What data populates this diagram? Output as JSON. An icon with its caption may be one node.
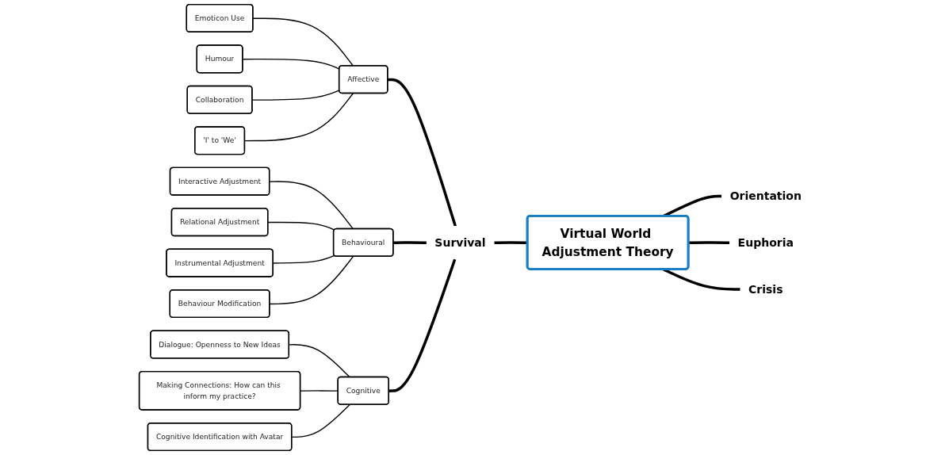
{
  "diagram": {
    "nodes": [
      {
        "text": [
          "Virtual World Adjustment Theory"
        ]
      },
      {
        "text": [
          "Orientation"
        ]
      },
      {
        "text": [
          "Euphoria"
        ]
      },
      {
        "text": [
          "Crisis"
        ]
      },
      {
        "text": [
          "Survival"
        ]
      },
      {
        "text": [
          "Affective"
        ]
      },
      {
        "text": [
          "Emoticon Use"
        ]
      },
      {
        "text": [
          "Humour"
        ]
      },
      {
        "text": [
          "Collaboration"
        ]
      },
      {
        "text": [
          "'I' to 'We'"
        ]
      },
      {
        "text": [
          "Behavioural"
        ]
      },
      {
        "text": [
          "Interactive Adjustment"
        ]
      },
      {
        "text": [
          "Relational Adjustment"
        ]
      },
      {
        "text": [
          "Instrumental Adjustment"
        ]
      },
      {
        "text": [
          "Behaviour Modification"
        ]
      },
      {
        "text": [
          "Cognitive"
        ]
      },
      {
        "text": [
          "Dialogue: Openness to New Ideas"
        ]
      },
      {
        "text": [
          "Making Connections: How can this inform my practice?"
        ]
      },
      {
        "text": [
          "Cognitive Identification with Avatar"
        ]
      }
    ],
    "edges": [
      {
        "from": 0,
        "to": 1,
        "arrow": "none",
        "style": "thick"
      },
      {
        "from": 0,
        "to": 2,
        "arrow": "none",
        "style": "thick"
      },
      {
        "from": 0,
        "to": 3,
        "arrow": "none",
        "style": "thick"
      },
      {
        "from": 0,
        "to": 4,
        "arrow": "none",
        "style": "thick"
      },
      {
        "from": 4,
        "to": 5,
        "arrow": "none",
        "style": "thick"
      },
      {
        "from": 4,
        "to": 10,
        "arrow": "none",
        "style": "thick"
      },
      {
        "from": 4,
        "to": 15,
        "arrow": "none",
        "style": "thick"
      },
      {
        "from": 5,
        "to": 6,
        "arrow": "none"
      },
      {
        "from": 5,
        "to": 7,
        "arrow": "none"
      },
      {
        "from": 5,
        "to": 8,
        "arrow": "none"
      },
      {
        "from": 5,
        "to": 9,
        "arrow": "none"
      },
      {
        "from": 10,
        "to": 11,
        "arrow": "none"
      },
      {
        "from": 10,
        "to": 12,
        "arrow": "none"
      },
      {
        "from": 10,
        "to": 13,
        "arrow": "none"
      },
      {
        "from": 10,
        "to": 14,
        "arrow": "none"
      },
      {
        "from": 15,
        "to": 16,
        "arrow": "none"
      },
      {
        "from": 15,
        "to": 17,
        "arrow": "none"
      },
      {
        "from": 15,
        "to": 18,
        "arrow": "none"
      }
    ]
  }
}
